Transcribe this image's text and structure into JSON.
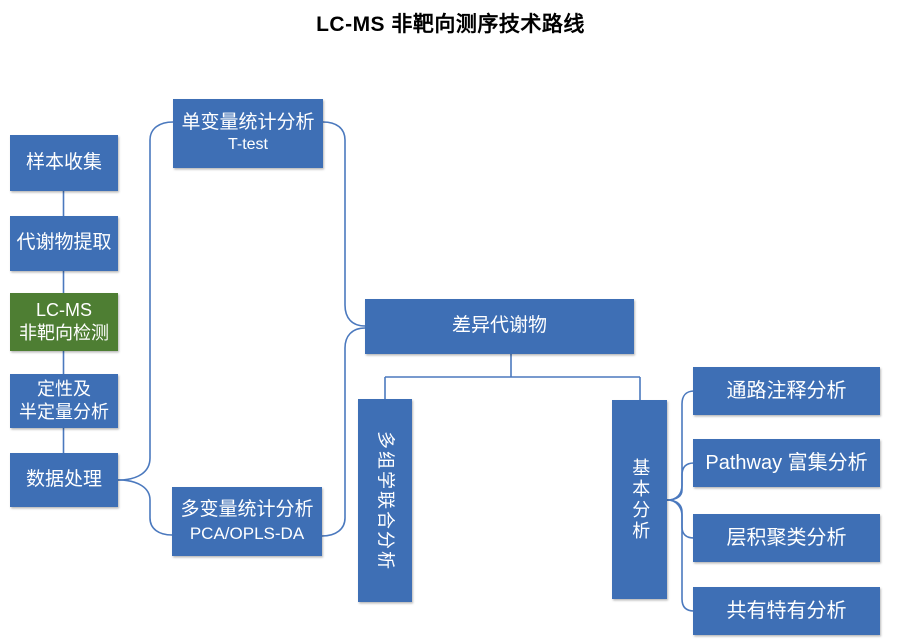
{
  "title": "LC-MS 非靶向测序技术路线",
  "colors": {
    "box_blue": "#3E6FB5",
    "box_green": "#4E7E33",
    "connector_blue": "#4B79BE",
    "box_text": "#FFFFFF",
    "title_text": "#000000"
  },
  "left_column": {
    "sample_collection": "样本收集",
    "metabolite_extraction": "代谢物提取",
    "lcms_line1": "LC-MS",
    "lcms_line2": "非靶向检测",
    "qualitative_line1": "定性及",
    "qualitative_line2": "半定量分析",
    "data_processing": "数据处理"
  },
  "statistics": {
    "univariate_line1": "单变量统计分析",
    "univariate_line2": "T-test",
    "multivariate_line1": "多变量统计分析",
    "multivariate_line2": "PCA/OPLS-DA"
  },
  "center": {
    "differential_metabolites": "差异代谢物"
  },
  "vertical_nodes": {
    "multi_omics": "多组学联合分析",
    "basic_analysis": "基本分析"
  },
  "right_column": {
    "pathway_annotation": "通路注释分析",
    "pathway_enrichment": "Pathway 富集分析",
    "hierarchical_clustering": "层积聚类分析",
    "common_unique": "共有特有分析"
  }
}
